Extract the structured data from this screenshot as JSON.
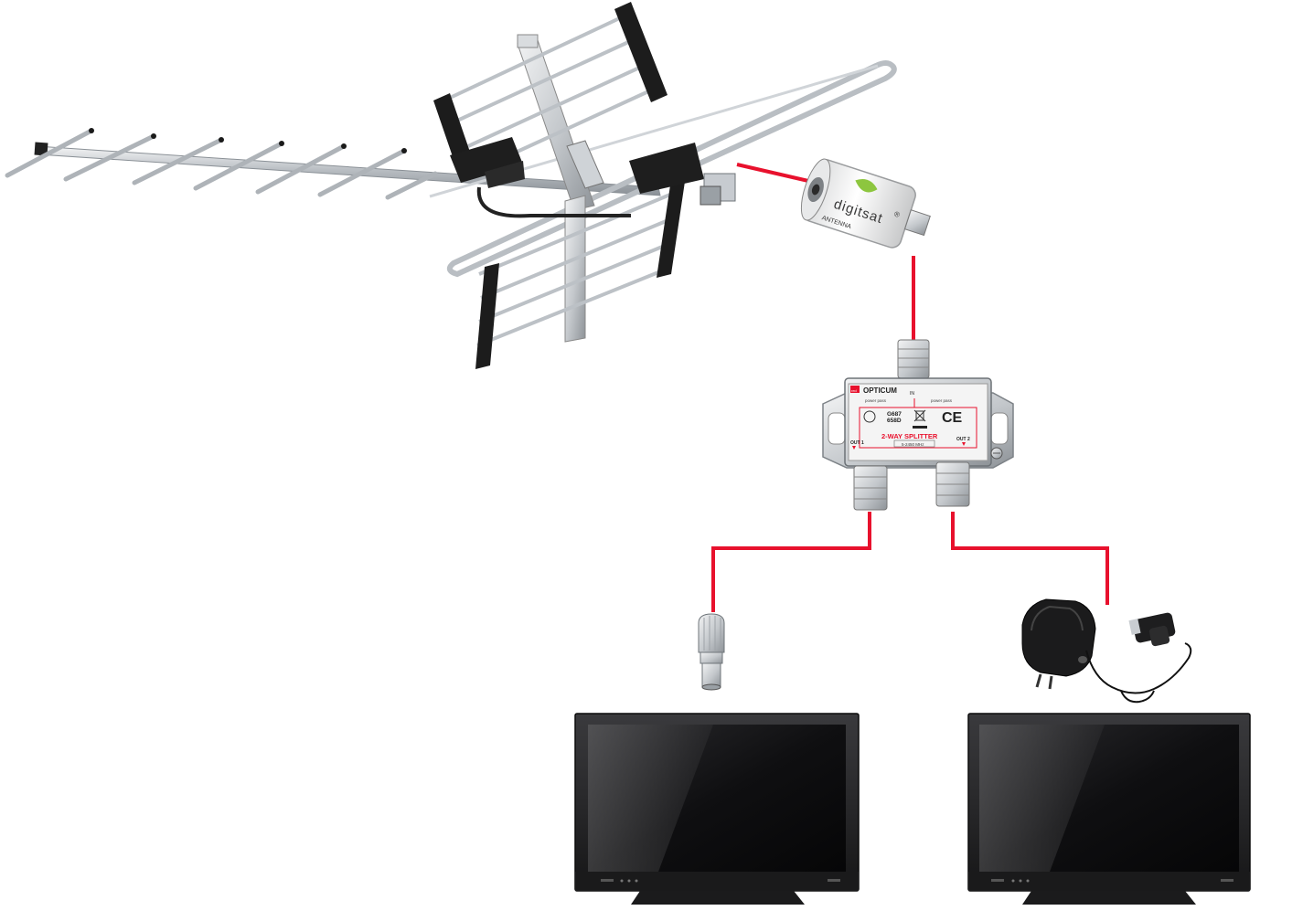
{
  "amplifier": {
    "brand": "digitsat",
    "brand_mark": "®",
    "port_label": "ANTENNA"
  },
  "splitter": {
    "brand": "OPTICUM",
    "brand_prefix": "red",
    "in_label": "IN",
    "model_line1": "G687",
    "model_line2": "658D",
    "ce_mark": "CE",
    "title": "2-WAY SPLITTER",
    "freq": "5-2450 MHz",
    "out1_label": "OUT 1",
    "out2_label": "OUT 2",
    "power_pass": "power pass",
    "tag": "power pass"
  },
  "colors": {
    "cable": "#e8112d",
    "tv_bezel": "#1f1f21",
    "metal": "#c9cdd1",
    "amp_accent": "#8dc63f"
  },
  "icons": [
    "antenna-icon",
    "amplifier-icon",
    "splitter-icon",
    "coax-plug-icon",
    "power-adapter-icon",
    "tv-icon"
  ]
}
